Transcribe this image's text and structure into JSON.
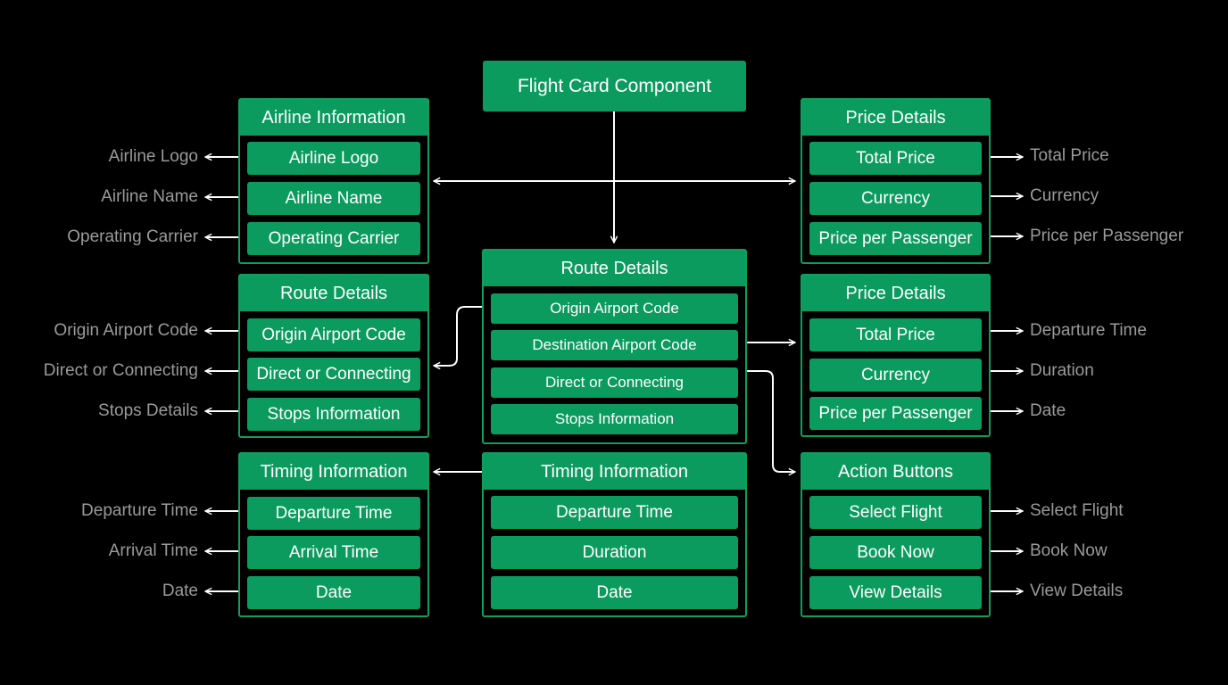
{
  "title": "Flight Card Component",
  "airline_information": {
    "header": "Airline Information",
    "items": [
      "Airline Logo",
      "Airline Name",
      "Operating Carrier"
    ],
    "outputs": [
      "Airline Logo",
      "Airline Name",
      "Operating Carrier"
    ]
  },
  "route_details_left": {
    "header": "Route Details",
    "items": [
      "Origin Airport Code",
      "Direct or Connecting",
      "Stops Information"
    ],
    "outputs": [
      "Origin Airport Code",
      "Direct or Connecting",
      "Stops Details"
    ]
  },
  "timing_information_left": {
    "header": "Timing Information",
    "items": [
      "Departure Time",
      "Arrival Time",
      "Date"
    ],
    "outputs": [
      "Departure Time",
      "Arrival Time",
      "Date"
    ]
  },
  "route_details_center": {
    "header": "Route Details",
    "items": [
      "Origin Airport Code",
      "Destination Airport Code",
      "Direct or Connecting",
      "Stops Information"
    ]
  },
  "timing_information_center": {
    "header": "Timing Information",
    "items": [
      "Departure Time",
      "Duration",
      "Date"
    ]
  },
  "price_details_top": {
    "header": "Price Details",
    "items": [
      "Total Price",
      "Currency",
      "Price per Passenger"
    ],
    "outputs": [
      "Total Price",
      "Currency",
      "Price per Passenger"
    ]
  },
  "price_details_middle": {
    "header": "Price Details",
    "items": [
      "Total Price",
      "Currency",
      "Price per Passenger"
    ],
    "outputs": [
      "Departure Time",
      "Duration",
      "Date"
    ]
  },
  "action_buttons": {
    "header": "Action Buttons",
    "items": [
      "Select Flight",
      "Book Now",
      "View Details"
    ],
    "outputs": [
      "Select Flight",
      "Book Now",
      "View Details"
    ]
  },
  "colors": {
    "background": "#000000",
    "green": "#0c9b5e",
    "border": "#0f9e5f",
    "label_gray": "#9a9a9a",
    "arrow": "#ffffff"
  }
}
